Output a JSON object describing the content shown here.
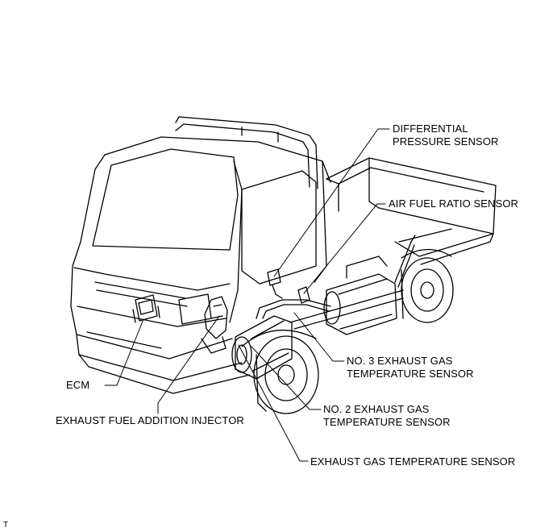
{
  "diagram": {
    "labels": {
      "differential_pressure_line1": "DIFFERENTIAL",
      "differential_pressure_line2": "PRESSURE SENSOR",
      "air_fuel_ratio": "AIR FUEL RATIO SENSOR",
      "no3_line1": "NO. 3 EXHAUST GAS",
      "no3_line2": "TEMPERATURE SENSOR",
      "ecm": "ECM",
      "exhaust_fuel_addition_injector": "EXHAUST FUEL ADDITION INJECTOR",
      "no2_line1": "NO. 2 EXHAUST GAS",
      "no2_line2": "TEMPERATURE SENSOR",
      "exhaust_gas_temp": "EXHAUST GAS TEMPERATURE SENSOR"
    },
    "figure_code": "T"
  }
}
